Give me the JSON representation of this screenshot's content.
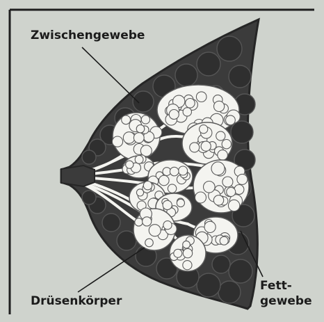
{
  "labels": {
    "interstitial_tissue": "Zwischengewebe",
    "glandular_body": "Drüsenkörper",
    "fat_tissue_line1": "Fett-",
    "fat_tissue_line2": "gewebe"
  },
  "colors": {
    "background": "#cfd3cd",
    "frame": "#1e1e1e",
    "breast_outline": "#262626",
    "fat_tissue": "#3b3b3b",
    "fat_lobule_edge": "#555555",
    "lobule_fill": "#f4f4f0",
    "lobule_edge": "#5a5a5a",
    "duct": "#f4f4f0",
    "label_text": "#1b1b1b"
  }
}
